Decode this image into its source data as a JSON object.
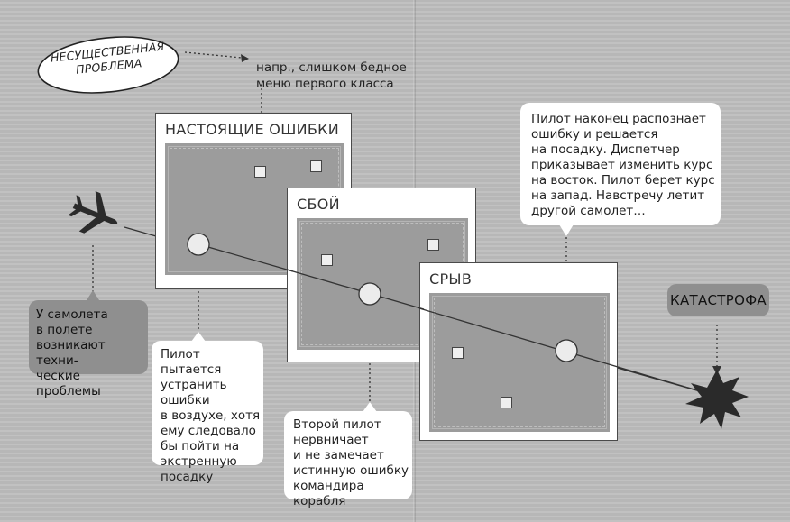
{
  "tag_label": "НЕСУЩЕСТВЕННАЯ ПРОБЛЕМА",
  "tag_line1": "НЕСУЩЕСТВЕННАЯ",
  "tag_line2": "ПРОБЛЕМА",
  "tag_example_line1": "напр., слишком бедное",
  "tag_example_line2": "меню первого класса",
  "panels": {
    "real_errors": "НАСТОЯЩИЕ ОШИБКИ",
    "failure": "СБОЙ",
    "breakdown": "СРЫВ"
  },
  "catastrophe": "КАТАСТРОФА",
  "notes": {
    "plane_problems": [
      "У самолета",
      "в полете",
      "возникают техни-",
      "ческие проблемы"
    ],
    "pilot_tries": [
      "Пилот пытается",
      "устранить ошибки",
      "в воздухе, хотя",
      "ему следовало",
      "бы пойти на",
      "экстренную",
      "посадку"
    ],
    "copilot": [
      "Второй пилот",
      "нервничает",
      "и не замечает",
      "истинную ошибку",
      "командира корабля"
    ],
    "pilot_recognizes": [
      "Пилот наконец распознает",
      "ошибку и решается",
      "на посадку. Диспетчер",
      "приказывает изменить курс",
      "на восток. Пилот берет курс",
      "на запад. Навстречу летит",
      "другой самолет…"
    ]
  },
  "icons": {
    "airplane": "airplane-icon",
    "explosion": "explosion-icon"
  },
  "colors": {
    "background": "#bdbdbd",
    "panel_inner": "#9c9c9c",
    "callout_dark": "#8f8f8f",
    "explosion": "#2a2a2a"
  }
}
